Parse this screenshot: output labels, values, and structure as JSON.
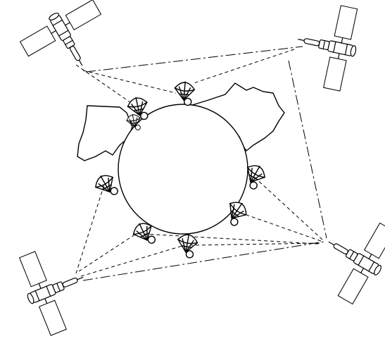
{
  "figure": {
    "description_text": "",
    "colors": {
      "ink": "#000000",
      "background": "#ffffff",
      "land": "#ffffff",
      "earth": "#ffffff"
    },
    "satellites": [
      {
        "id": "sat-top-left",
        "icon": "satellite-icon"
      },
      {
        "id": "sat-top-right",
        "icon": "satellite-icon"
      },
      {
        "id": "sat-bottom-left",
        "icon": "satellite-icon"
      },
      {
        "id": "sat-bottom-right",
        "icon": "satellite-icon"
      }
    ],
    "ground_stations": [
      {
        "id": "dish-1",
        "icon": "satellite-dish-icon"
      },
      {
        "id": "dish-2",
        "icon": "satellite-dish-icon"
      },
      {
        "id": "dish-3",
        "icon": "satellite-dish-icon"
      },
      {
        "id": "dish-4",
        "icon": "satellite-dish-icon"
      },
      {
        "id": "dish-5",
        "icon": "satellite-dish-icon"
      },
      {
        "id": "dish-6",
        "icon": "satellite-dish-icon"
      },
      {
        "id": "dish-7",
        "icon": "satellite-dish-icon"
      },
      {
        "id": "dish-8",
        "icon": "satellite-dish-icon"
      }
    ]
  }
}
